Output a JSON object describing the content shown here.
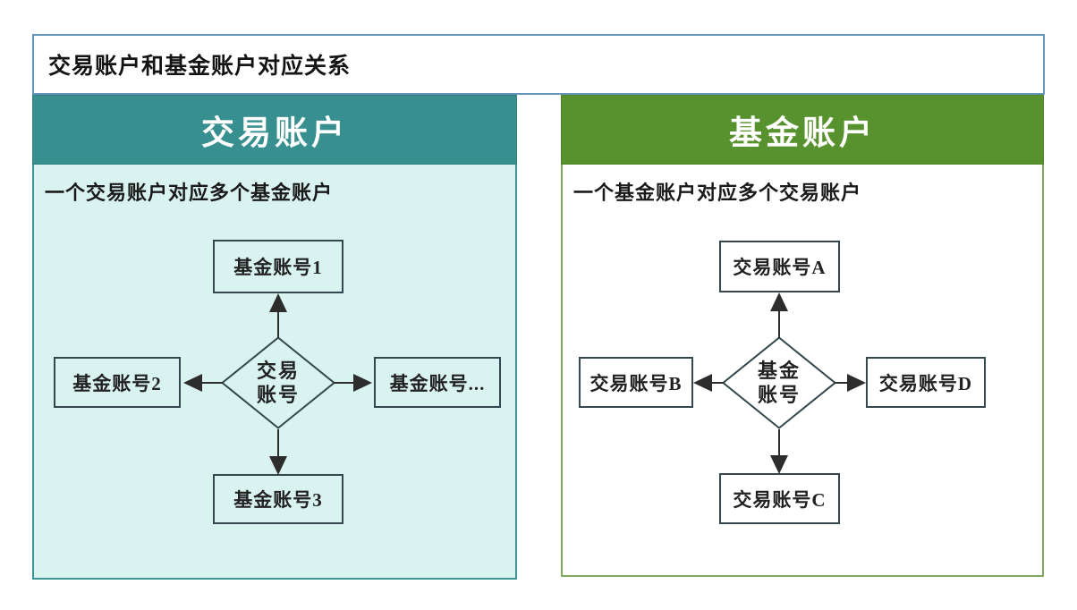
{
  "page": {
    "title": "交易账户和基金账户对应关系"
  },
  "colors": {
    "frame_border": "#6596ba",
    "left_header_bg": "#388f8f",
    "left_body_bg": "#d9f3f0",
    "left_body_border": "#3f9496",
    "right_header_bg": "#58922e",
    "right_body_border": "#7ea95e",
    "node_border": "#35474e",
    "arrow": "#2d2d2d",
    "header_text": "#ffffff",
    "text": "#1a1a1a"
  },
  "panels": {
    "left": {
      "header": "交易账户",
      "subtitle": "一个交易账户对应多个基金账户",
      "diamond": {
        "line1": "交易",
        "line2": "账号"
      },
      "nodes": {
        "top": "基金账号1",
        "left": "基金账号2",
        "right": "基金账号...",
        "bottom": "基金账号3"
      }
    },
    "right": {
      "header": "基金账户",
      "subtitle": "一个基金账户对应多个交易账户",
      "diamond": {
        "line1": "基金",
        "line2": "账号"
      },
      "nodes": {
        "top": "交易账号A",
        "left": "交易账号B",
        "right": "交易账号D",
        "bottom": "交易账号C"
      }
    }
  }
}
